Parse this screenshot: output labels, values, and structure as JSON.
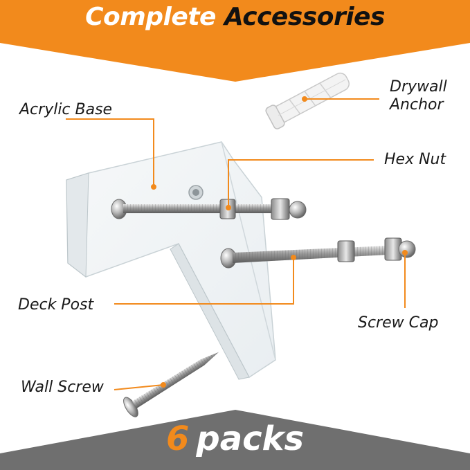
{
  "header": {
    "title_part1": "Complete",
    "title_part2": "Accessories"
  },
  "labels": {
    "acrylic_base": "Acrylic Base",
    "drywall_anchor_line1": "Drywall",
    "drywall_anchor_line2": "Anchor",
    "hex_nut": "Hex Nut",
    "deck_post": "Deck Post",
    "screw_cap": "Screw Cap",
    "wall_screw": "Wall Screw"
  },
  "footer": {
    "count": "6",
    "word": "packs"
  },
  "colors": {
    "accent_orange": "#f28a1c",
    "footer_gray": "#6f6f6f",
    "leader_line": "#f28a1c"
  }
}
